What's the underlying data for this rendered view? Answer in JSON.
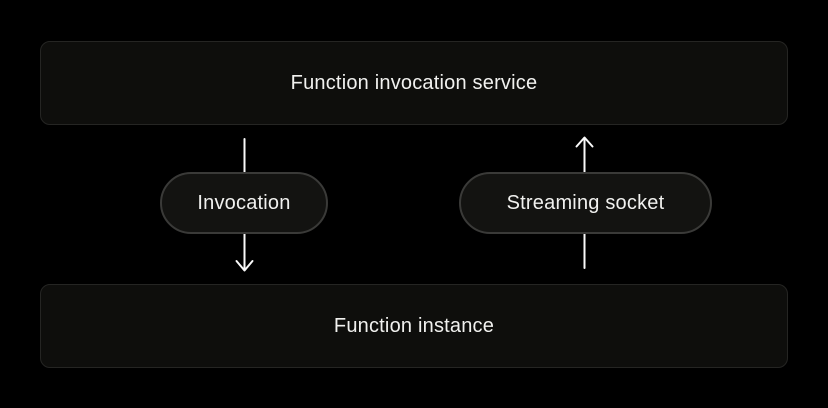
{
  "diagram": {
    "nodes": {
      "service": {
        "label": "Function invocation service"
      },
      "instance": {
        "label": "Function instance"
      }
    },
    "edges": {
      "invocation": {
        "label": "Invocation",
        "direction": "down",
        "from": "Function invocation service",
        "to": "Function instance"
      },
      "streaming_socket": {
        "label": "Streaming socket",
        "direction": "up",
        "from": "Function instance",
        "to": "Function invocation service"
      }
    },
    "colors": {
      "bg": "#000000",
      "node-fill": "#0e0e0c",
      "node-border": "#252523",
      "pill-fill": "#131311",
      "pill-border": "#3a3a38",
      "text": "#f1f1ef",
      "arrow": "#fafafa"
    }
  }
}
